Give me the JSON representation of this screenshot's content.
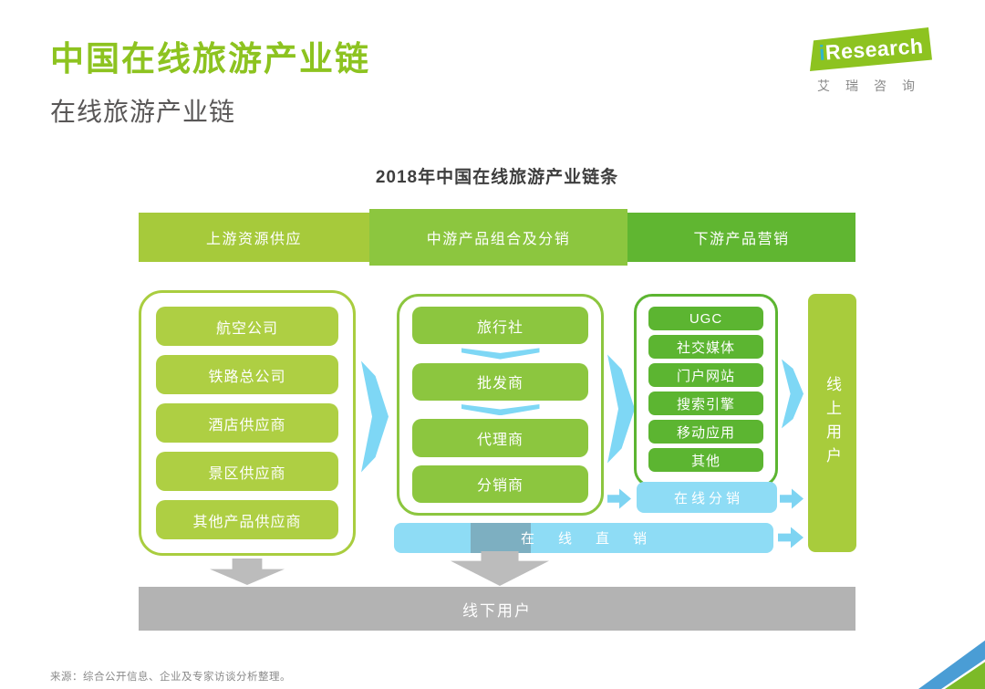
{
  "page": {
    "title": "中国在线旅游产业链",
    "subtitle": "在线旅游产业链",
    "source": "来源：综合公开信息、企业及专家访谈分析整理。"
  },
  "logo": {
    "brand_i": "i",
    "brand_rest": "Research",
    "subtext": "艾瑞咨询"
  },
  "diagram": {
    "title": "2018年中国在线旅游产业链条",
    "headers": [
      {
        "label": "上游资源供应",
        "color": "#a6ca3b"
      },
      {
        "label": "中游产品组合及分销",
        "color": "#8cc63f"
      },
      {
        "label": "下游产品营销",
        "color": "#60b631"
      }
    ],
    "upstream": {
      "items": [
        "航空公司",
        "铁路总公司",
        "酒店供应商",
        "景区供应商",
        "其他产品供应商"
      ]
    },
    "midstream": {
      "items": [
        "旅行社",
        "批发商",
        "代理商",
        "分销商"
      ]
    },
    "downstream": {
      "items": [
        "UGC",
        "社交媒体",
        "门户网站",
        "搜索引擎",
        "移动应用",
        "其他"
      ]
    },
    "channels": {
      "online_distribution": "在线分销",
      "online_direct": "在线直销"
    },
    "users": {
      "online": "线上用户",
      "offline": "线下用户"
    },
    "colors": {
      "upstream_green": "#aecf43",
      "midstream_green": "#8cc63f",
      "downstream_green": "#5cb531",
      "arrow_cyan": "#7ed7f5",
      "offline_gray": "#b3b3b3",
      "brand_green": "#8dc320",
      "logo_teal": "#2eb6ce",
      "corner_blue": "#4a9dd5"
    }
  }
}
